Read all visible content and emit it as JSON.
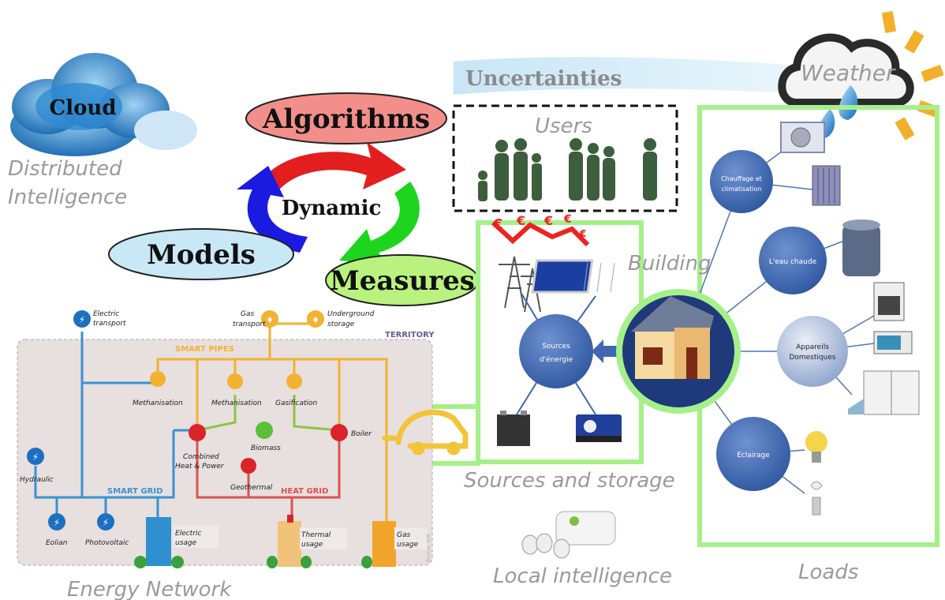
{
  "labels": {
    "cloud": "Cloud",
    "distributed_1": "Distributed",
    "distributed_2": "Intelligence",
    "algorithms": "Algorithms",
    "dynamic": "Dynamic",
    "models": "Models",
    "measures": "Measures",
    "uncertainties": "Uncertainties",
    "users": "Users",
    "weather": "Weather",
    "building": "Building",
    "sources_storage": "Sources and storage",
    "local_intelligence": "Local intelligence",
    "loads": "Loads",
    "energy_network": "Energy Network"
  },
  "sources_node": {
    "line1": "Sources",
    "line2": "d'énergie"
  },
  "loads_nodes": {
    "heating_1": "Chauffage et",
    "heating_2": "climatisation",
    "hot_water": "L'eau chaude",
    "appliances_1": "Appareils",
    "appliances_2": "Domestiques",
    "lighting": "Eclairage"
  },
  "network": {
    "territory": "TERRITORY",
    "smart_pipes": "SMART PIPES",
    "smart_grid": "SMART GRID",
    "heat_grid": "HEAT GRID",
    "electric_transport_1": "Electric",
    "electric_transport_2": "transport",
    "gas_transport_1": "Gas",
    "gas_transport_2": "transport",
    "underground_1": "Underground",
    "underground_2": "storage",
    "methanisation": "Methanisation",
    "gasification": "Gasification",
    "boiler": "Boiler",
    "chp_1": "Combined",
    "chp_2": "Heat & Power",
    "biomass": "Biomass",
    "geothermal": "Geothermal",
    "hydraulic": "Hydraulic",
    "eolian": "Eolian",
    "photovoltaic": "Photovoltaic",
    "electric_usage_1": "Electric",
    "electric_usage_2": "usage",
    "thermal_usage_1": "Thermal",
    "thermal_usage_2": "usage",
    "gas_usage_1": "Gas",
    "gas_usage_2": "usage",
    "source": "Source: GdF"
  },
  "colors": {
    "green_frame": "#a6f08a",
    "node_blue": "#3f68b0",
    "gas_orange": "#f2b232",
    "heat_red": "#d9534f",
    "grid_blue": "#3a92d0",
    "algorithms_pill": "#f28f8a",
    "models_pill": "#c9e8f5",
    "measures_pill": "#b9f27f"
  },
  "icons": [
    "cloud-icon",
    "weather-cloud-icon",
    "sun-icon",
    "people-silhouettes-icon",
    "euro-trend-icon",
    "pylon-icon",
    "solar-panel-icon",
    "battery-icon",
    "generator-icon",
    "house-icon",
    "air-conditioner-icon",
    "radiator-icon",
    "water-heater-icon",
    "stove-icon",
    "microwave-icon",
    "washing-machine-icon",
    "light-bulb-icon",
    "cfl-bulb-icon",
    "electric-car-plug-icon",
    "smart-plug-icon"
  ]
}
